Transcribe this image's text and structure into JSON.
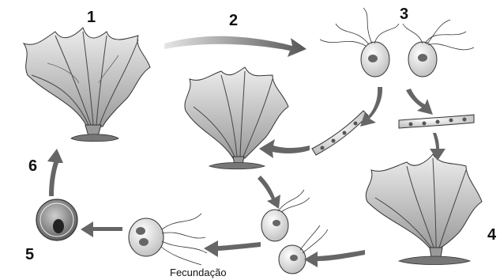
{
  "stages": [
    {
      "number": "1"
    },
    {
      "number": "2"
    },
    {
      "number": "3"
    },
    {
      "number": "4"
    },
    {
      "number": "5"
    },
    {
      "number": "6"
    }
  ],
  "fertilization_label": "Fecundação",
  "colors": {
    "ink": "#1a1a1a",
    "arrow": "#6e6e6e",
    "plant_light": "#d9d9d9",
    "plant_dark": "#8a8a8a",
    "cell": "#e9e9e9",
    "nucleus": "#555555"
  }
}
